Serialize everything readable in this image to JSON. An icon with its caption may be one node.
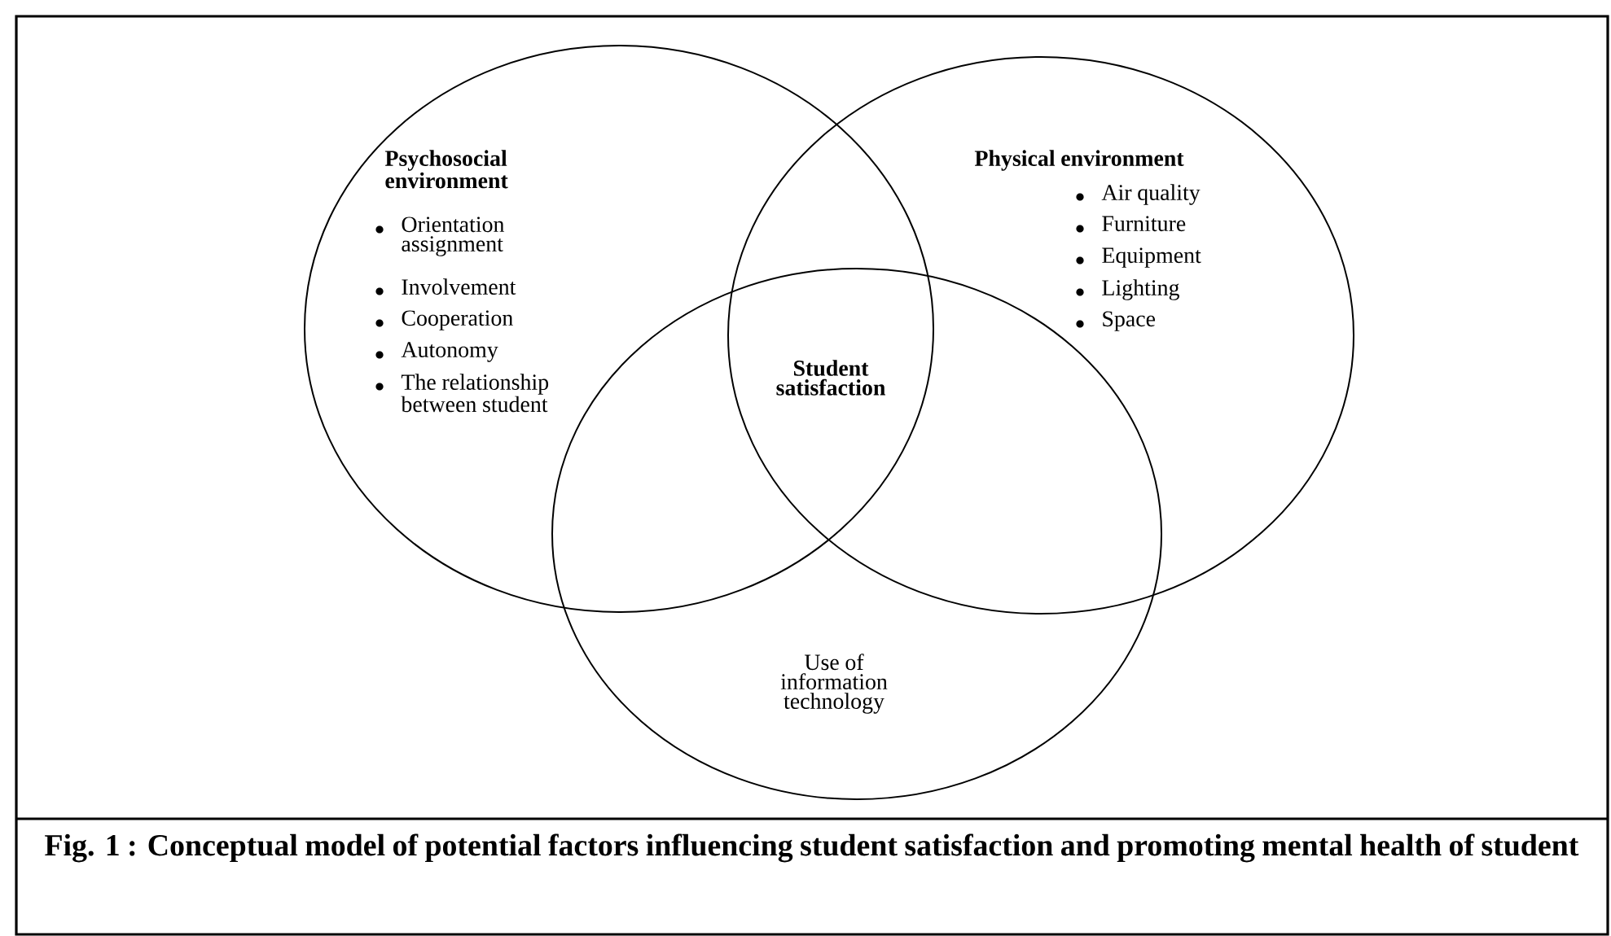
{
  "diagram": {
    "caption": "Fig. 1 : Conceptual model of potential factors influencing student satisfaction and promoting mental health of student",
    "nodes": [
      {
        "text": [
          "Psychosocial environment",
          "Orientation assignment",
          "Involvement",
          "Cooperation",
          "Autonomy",
          "The relationship between student"
        ]
      },
      {
        "text": [
          "Physical environment",
          "Air quality",
          "Furniture",
          "Equipment",
          "Lighting",
          "Space"
        ]
      },
      {
        "text": [
          "Use of information technology"
        ]
      }
    ],
    "labels": [
      "Student satisfaction"
    ]
  }
}
